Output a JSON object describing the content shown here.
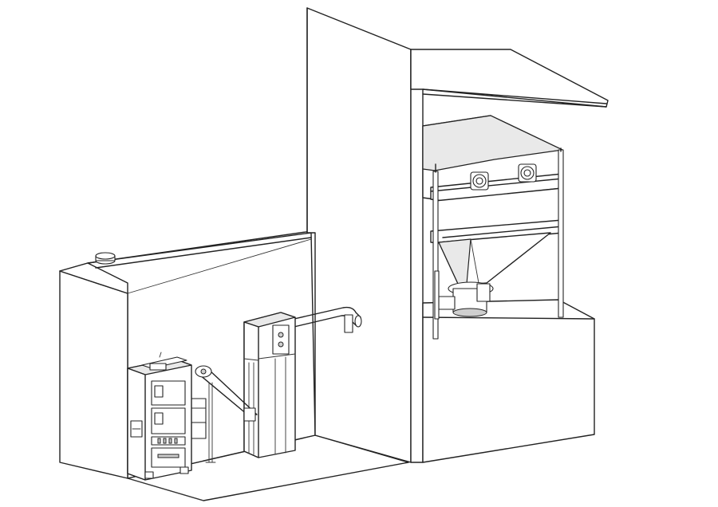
{
  "scene": {
    "description_visible_text": "",
    "colors": {
      "line": "#222222",
      "background": "#ffffff",
      "shade": "#e9e9e9"
    },
    "components": [
      "boiler",
      "burner",
      "feed-auger",
      "pellet-hopper",
      "pneumatic-pipe",
      "silo-roof",
      "bulk-silo",
      "silo-cone"
    ]
  }
}
